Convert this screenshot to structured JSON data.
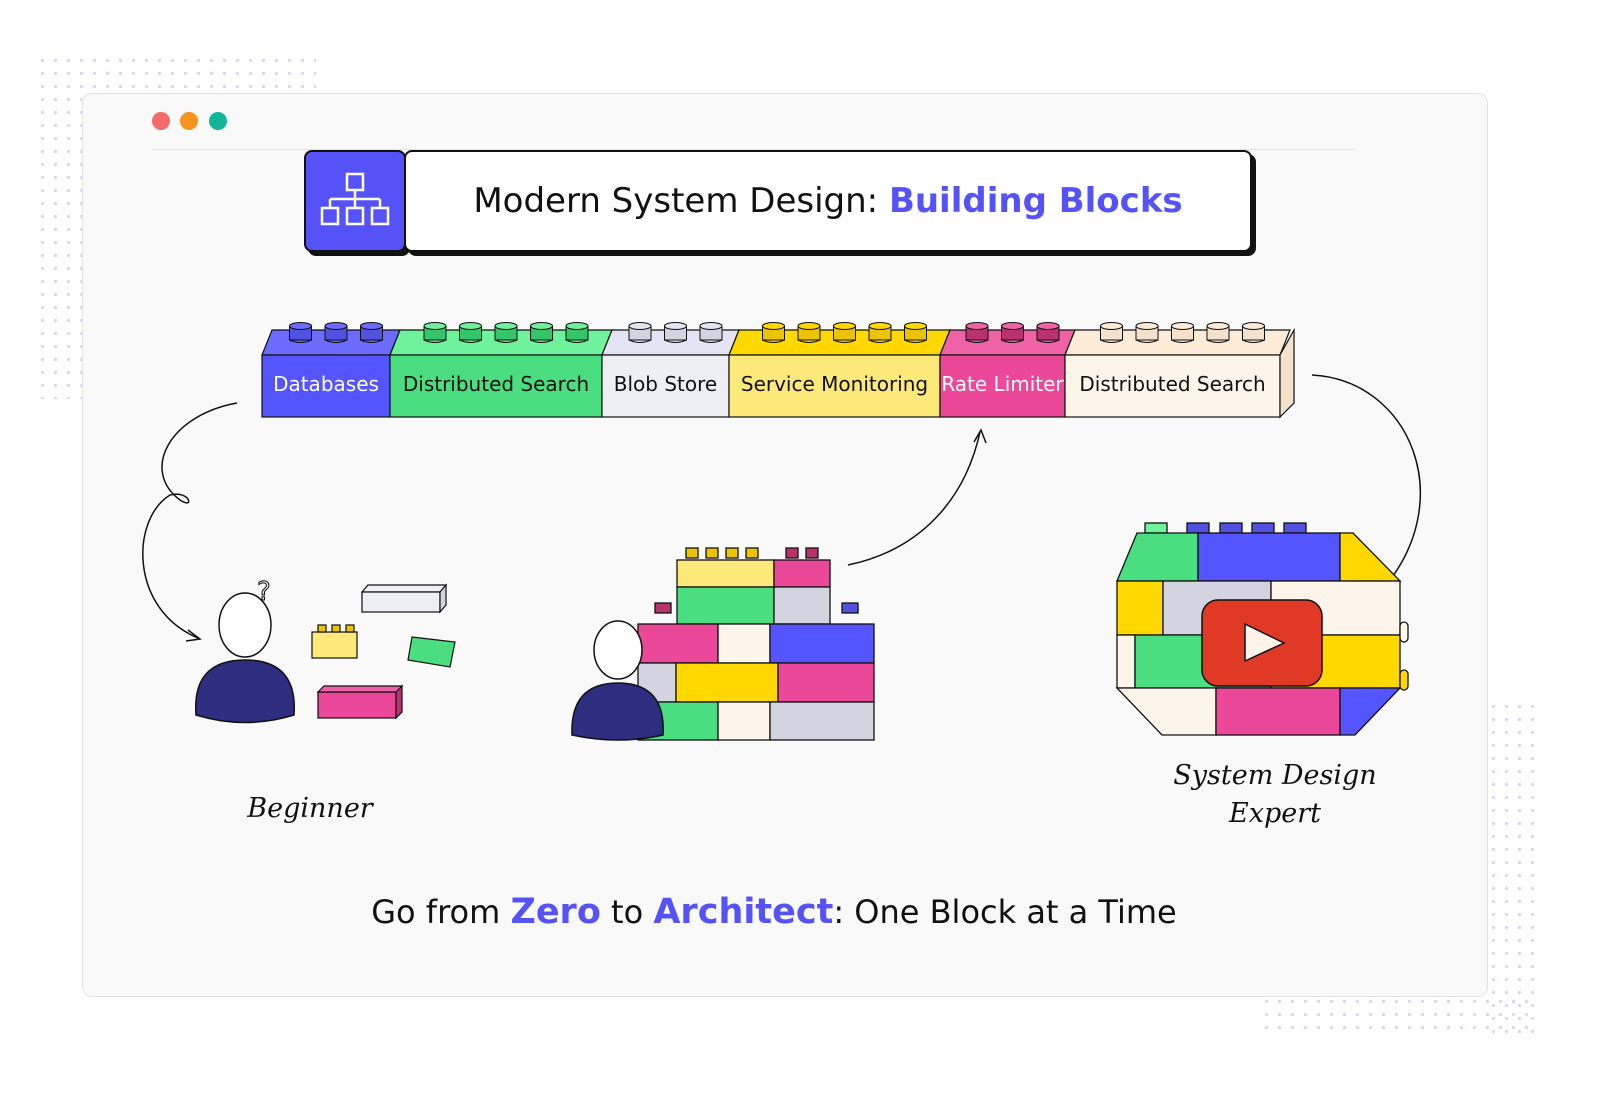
{
  "window": {
    "dots": [
      "#f56a6a",
      "#f7931e",
      "#12b59a"
    ]
  },
  "title": {
    "prefix": "Modern System Design: ",
    "highlight": "Building Blocks",
    "icon": "hierarchy-icon"
  },
  "blocks": [
    {
      "label": "Databases",
      "front": "#5555ff",
      "top": "#6b6bff",
      "stud": "#5252e0",
      "text": "#ffffff",
      "studs": 3
    },
    {
      "label": "Distributed Search",
      "front": "#4ade80",
      "top": "#6ef29c",
      "stud": "#34c46a",
      "text": "#111111",
      "studs": 5
    },
    {
      "label": "Blob Store",
      "front": "#eeeef5",
      "top": "#e4e4f5",
      "stud": "#d4d4e0",
      "text": "#111111",
      "studs": 3
    },
    {
      "label": "Service Monitoring",
      "front": "#fde87a",
      "top": "#ffd800",
      "stud": "#eac400",
      "text": "#111111",
      "studs": 5
    },
    {
      "label": "Rate Limiter",
      "front": "#ec4899",
      "top": "#f062a8",
      "stud": "#b8336e",
      "text": "#ffffff",
      "studs": 3
    },
    {
      "label": "Distributed Search",
      "front": "#fef5ea",
      "top": "#fdebd8",
      "stud": "#f5e2cc",
      "text": "#111111",
      "studs": 5
    }
  ],
  "stages": {
    "beginner": "Beginner",
    "expert_line1": "System Design",
    "expert_line2": "Expert"
  },
  "tagline": {
    "p1": "Go from ",
    "w1": "Zero",
    "p2": " to ",
    "w2": "Architect",
    "p3": ": One Block at a Time"
  },
  "colors": {
    "accent": "#5553f7",
    "person": "#2e2e80",
    "play": "#e03a27"
  }
}
